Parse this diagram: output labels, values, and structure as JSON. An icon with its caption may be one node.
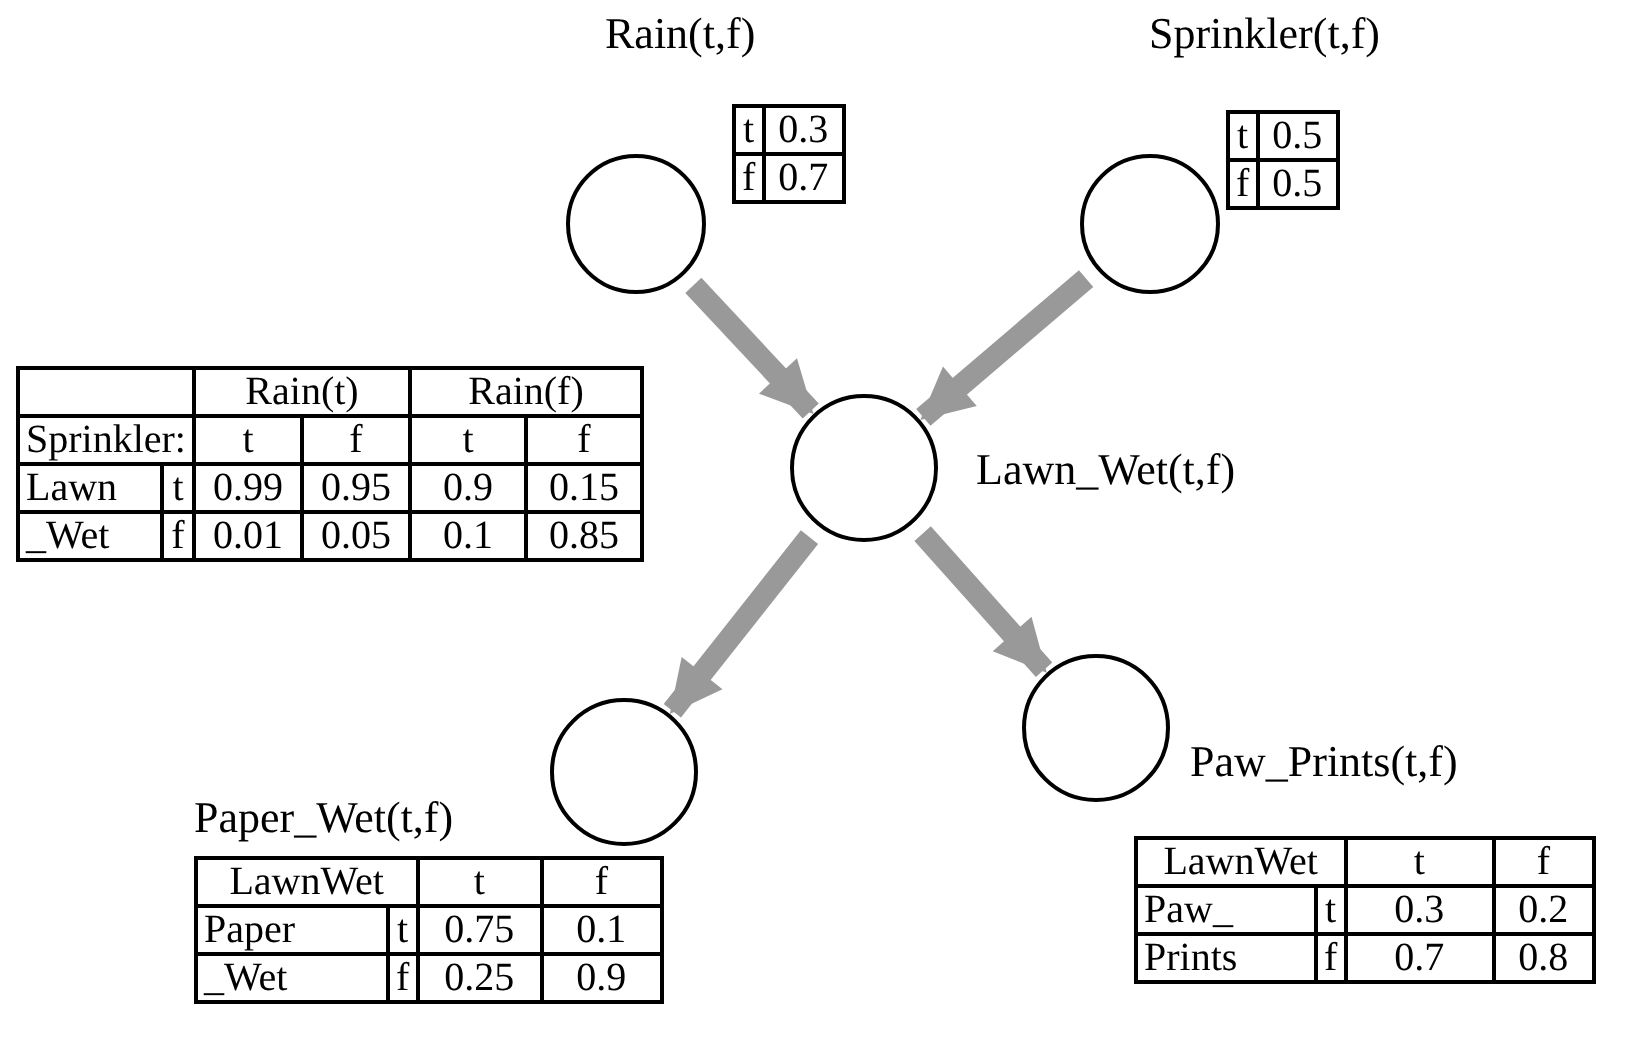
{
  "diagram": {
    "nodes": [
      {
        "text": [
          "Rain(t,f)"
        ]
      },
      {
        "text": [
          "Sprinkler(t,f)"
        ]
      },
      {
        "text": [
          "Lawn_Wet(t,f)"
        ]
      },
      {
        "text": [
          "Paper_Wet(t,f)"
        ]
      },
      {
        "text": [
          "Paw_Prints(t,f)"
        ]
      }
    ],
    "edges": [
      {
        "from": 0,
        "to": 2,
        "arrow": "to"
      },
      {
        "from": 1,
        "to": 2,
        "arrow": "to"
      },
      {
        "from": 2,
        "to": 3,
        "arrow": "to"
      },
      {
        "from": 2,
        "to": 4,
        "arrow": "to"
      }
    ],
    "labels": [
      "t",
      "0.3",
      "f",
      "0.7",
      "t",
      "0.5",
      "f",
      "0.5",
      "Rain(t)",
      "Rain(f)",
      "Sprinkler:",
      "t",
      "f",
      "t",
      "f",
      "Lawn",
      "t",
      "0.99",
      "0.95",
      "0.9",
      "0.15",
      "_Wet",
      "f",
      "0.01",
      "0.05",
      "0.1",
      "0.85",
      "LawnWet",
      "t",
      "f",
      "Paper",
      "t",
      "0.75",
      "0.1",
      "_Wet",
      "f",
      "0.25",
      "0.9",
      "LawnWet",
      "t",
      "f",
      "Paw_",
      "t",
      "0.3",
      "0.2",
      "Prints",
      "f",
      "0.7",
      "0.8"
    ]
  }
}
